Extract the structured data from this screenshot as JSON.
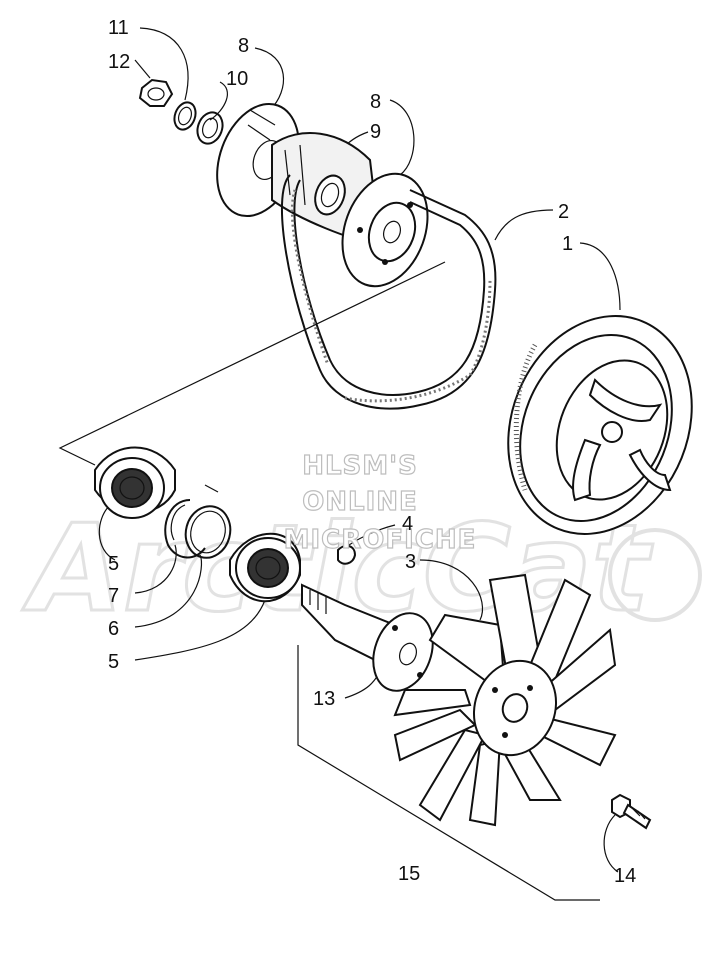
{
  "watermark": {
    "line1": "HLSM'S",
    "line2": "ONLINE",
    "line3": "MICROFICHE",
    "logo_text": "ArcticCat"
  },
  "callouts": [
    {
      "id": "c11",
      "label": "11"
    },
    {
      "id": "c12",
      "label": "12"
    },
    {
      "id": "c8a",
      "label": "8"
    },
    {
      "id": "c10",
      "label": "10"
    },
    {
      "id": "c8b",
      "label": "8"
    },
    {
      "id": "c9",
      "label": "9"
    },
    {
      "id": "c2",
      "label": "2"
    },
    {
      "id": "c1",
      "label": "1"
    },
    {
      "id": "c4",
      "label": "4"
    },
    {
      "id": "c3",
      "label": "3"
    },
    {
      "id": "c5a",
      "label": "5"
    },
    {
      "id": "c7",
      "label": "7"
    },
    {
      "id": "c6",
      "label": "6"
    },
    {
      "id": "c5b",
      "label": "5"
    },
    {
      "id": "c13",
      "label": "13"
    },
    {
      "id": "c15",
      "label": "15"
    },
    {
      "id": "c14",
      "label": "14"
    }
  ]
}
